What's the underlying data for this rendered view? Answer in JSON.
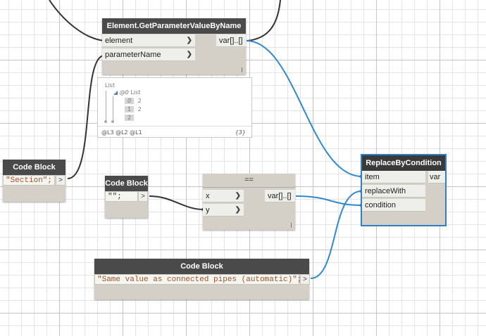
{
  "colors": {
    "wire_dark": "#333333",
    "wire_blue": "#3089d0",
    "node_header": "#4a4a4a",
    "node_body": "#d4d0c8",
    "selection": "#2f7fc2"
  },
  "nodes": {
    "get_param": {
      "title": "Element.GetParameterValueByName",
      "inputs": [
        "element",
        "parameterName"
      ],
      "output": "var[]..[]"
    },
    "watch": {
      "root_label": "List",
      "sublist_label": "List",
      "sublist_marker": "@0",
      "items": [
        {
          "index": "0",
          "value": "2"
        },
        {
          "index": "1",
          "value": "2"
        },
        {
          "index": "2",
          "value": ""
        }
      ],
      "levels": "@L3 @L2 @L1",
      "count": "{3}"
    },
    "code_section": {
      "title": "Code Block",
      "code": "\"Section\";",
      "out": ">"
    },
    "code_empty": {
      "title": "Code Block",
      "code": "\"\";",
      "out": ">"
    },
    "equals": {
      "title": "==",
      "inputs": [
        "x",
        "y"
      ],
      "output": "var[]..[]"
    },
    "replace": {
      "title": "ReplaceByCondition",
      "inputs": [
        "item",
        "replaceWith",
        "condition"
      ],
      "output": "var"
    },
    "code_same": {
      "title": "Code Block",
      "code": "\"Same value as connected pipes (automatic)\";",
      "out": ">"
    }
  }
}
